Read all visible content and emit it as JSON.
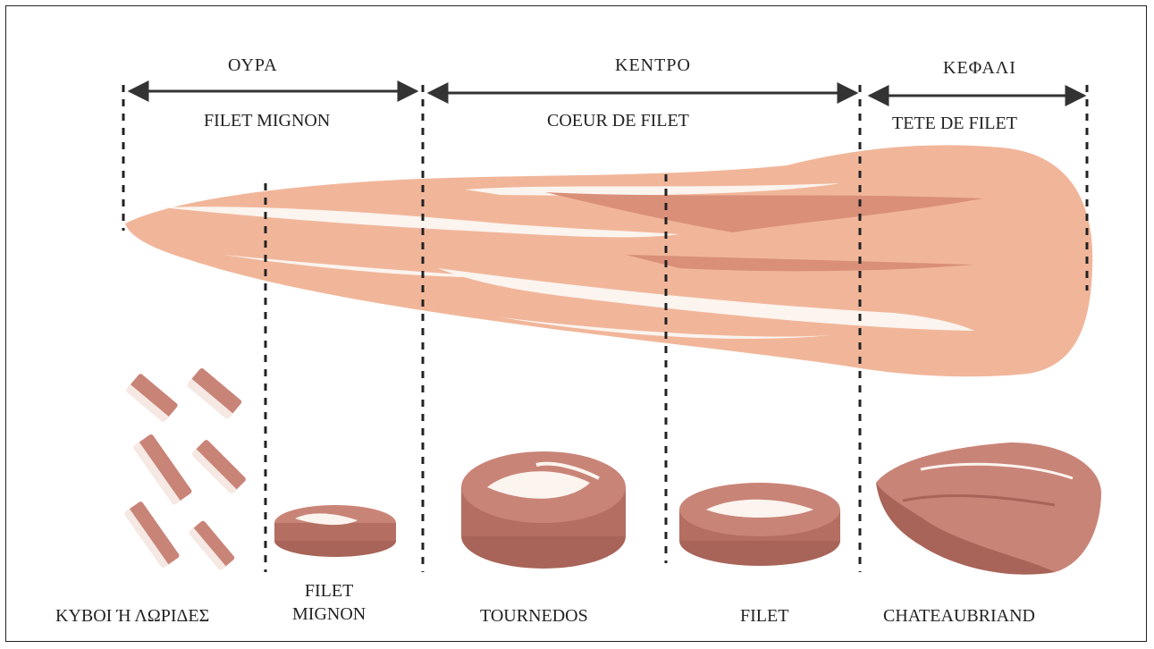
{
  "sections": [
    {
      "name": "ΟΥΡΑ",
      "subtitle": "FILET MIGNON"
    },
    {
      "name": "ΚΕΝΤΡΟ",
      "subtitle": "COEUR DE FILET"
    },
    {
      "name": "ΚΕΦΑΛΙ",
      "subtitle": "TETE DE FILET"
    }
  ],
  "cuts": [
    {
      "label": "ΚΥΒΟΙ Ή ΛΩΡΙΔΕΣ"
    },
    {
      "label_line1": "FILET",
      "label_line2": "MIGNON"
    },
    {
      "label": "TOURNEDOS"
    },
    {
      "label": "FILET"
    },
    {
      "label": "CHATEAUBRIAND"
    }
  ],
  "colors": {
    "meat": "#f1b69a",
    "meat_dark": "#d98f78",
    "fat": "#fbf4ef",
    "steak": "#c98478",
    "steak_dark": "#a86458",
    "line": "#222222"
  }
}
